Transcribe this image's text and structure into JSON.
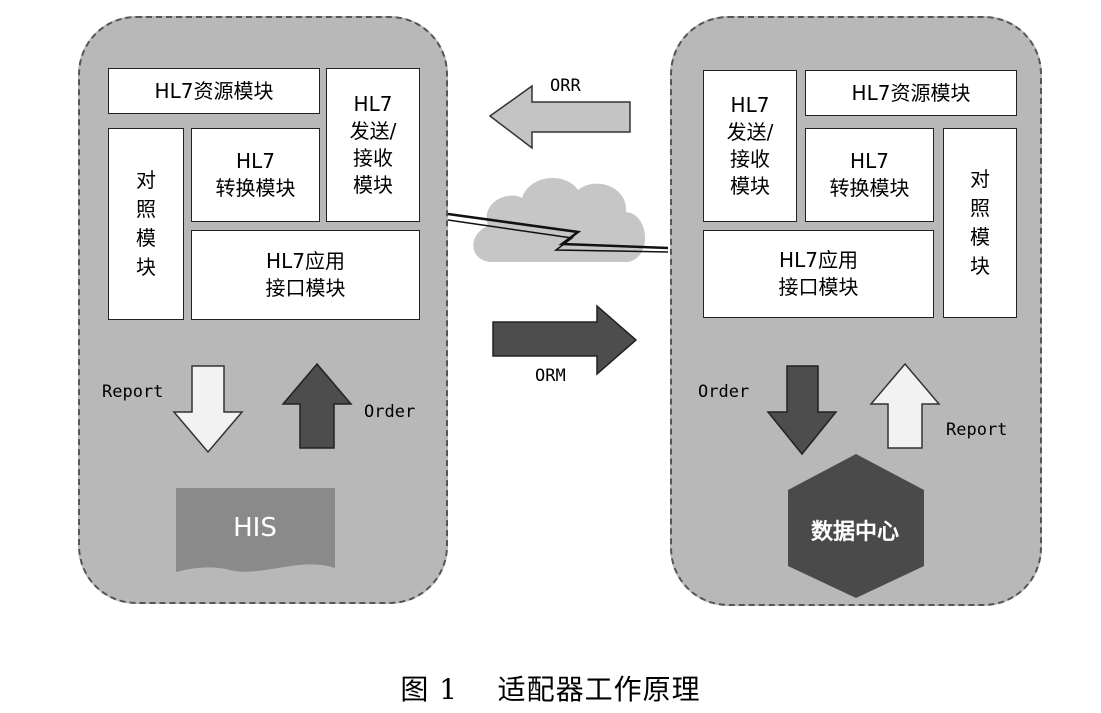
{
  "left": {
    "resource_module": "HL7资源模块",
    "send_receive_module": "HL7\n发送/\n接收\n模块",
    "convert_module": "HL7\n转换模块",
    "mapping_module": "对\n照\n模\n块",
    "app_interface_module": "HL7应用\n接口模块",
    "report_label": "Report",
    "order_label": "Order",
    "his_label": "HIS"
  },
  "right": {
    "resource_module": "HL7资源模块",
    "send_receive_module": "HL7\n发送/\n接收\n模块",
    "convert_module": "HL7\n转换模块",
    "mapping_module": "对\n照\n模\n块",
    "app_interface_module": "HL7应用\n接口模块",
    "order_label": "Order",
    "report_label": "Report",
    "data_center_label": "数据中心"
  },
  "middle": {
    "orr_label": "ORR",
    "orm_label": "ORM"
  },
  "caption": "图 1    适配器工作原理",
  "colors": {
    "panel": "#b8b8b8",
    "dark_arrow": "#4d4d4d",
    "light_arrow": "#c4c4c4",
    "his_shape": "#8a8a8a",
    "data_center": "#4a4a4a",
    "cloud": "#c6c6c6"
  }
}
